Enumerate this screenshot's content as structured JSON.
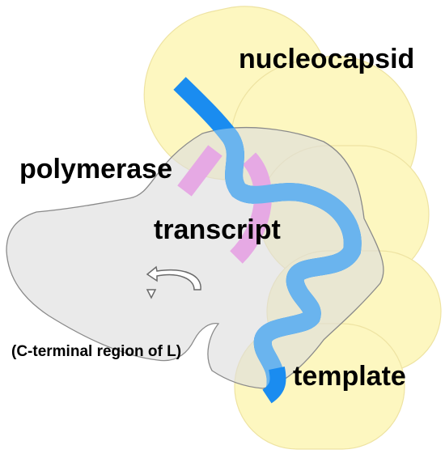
{
  "labels": {
    "nucleocapsid": "nucleocapsid",
    "polymerase": "polymerase",
    "transcript": "transcript",
    "template": "template",
    "c_terminal": "(C-terminal region of L)"
  },
  "colors": {
    "nucleocapsid_fill": "#fdf7c0",
    "nucleocapsid_stroke": "#eee3a2",
    "polymerase_fill": "#dddddd",
    "polymerase_stroke": "#8a8a8a",
    "template_strand": "#1a8cf0",
    "template_strand_under_polymerase": "#6ab4ee",
    "transcript_strand": "#e6a9e4"
  },
  "icons": {
    "rotation": "curved-arrow-icon"
  }
}
